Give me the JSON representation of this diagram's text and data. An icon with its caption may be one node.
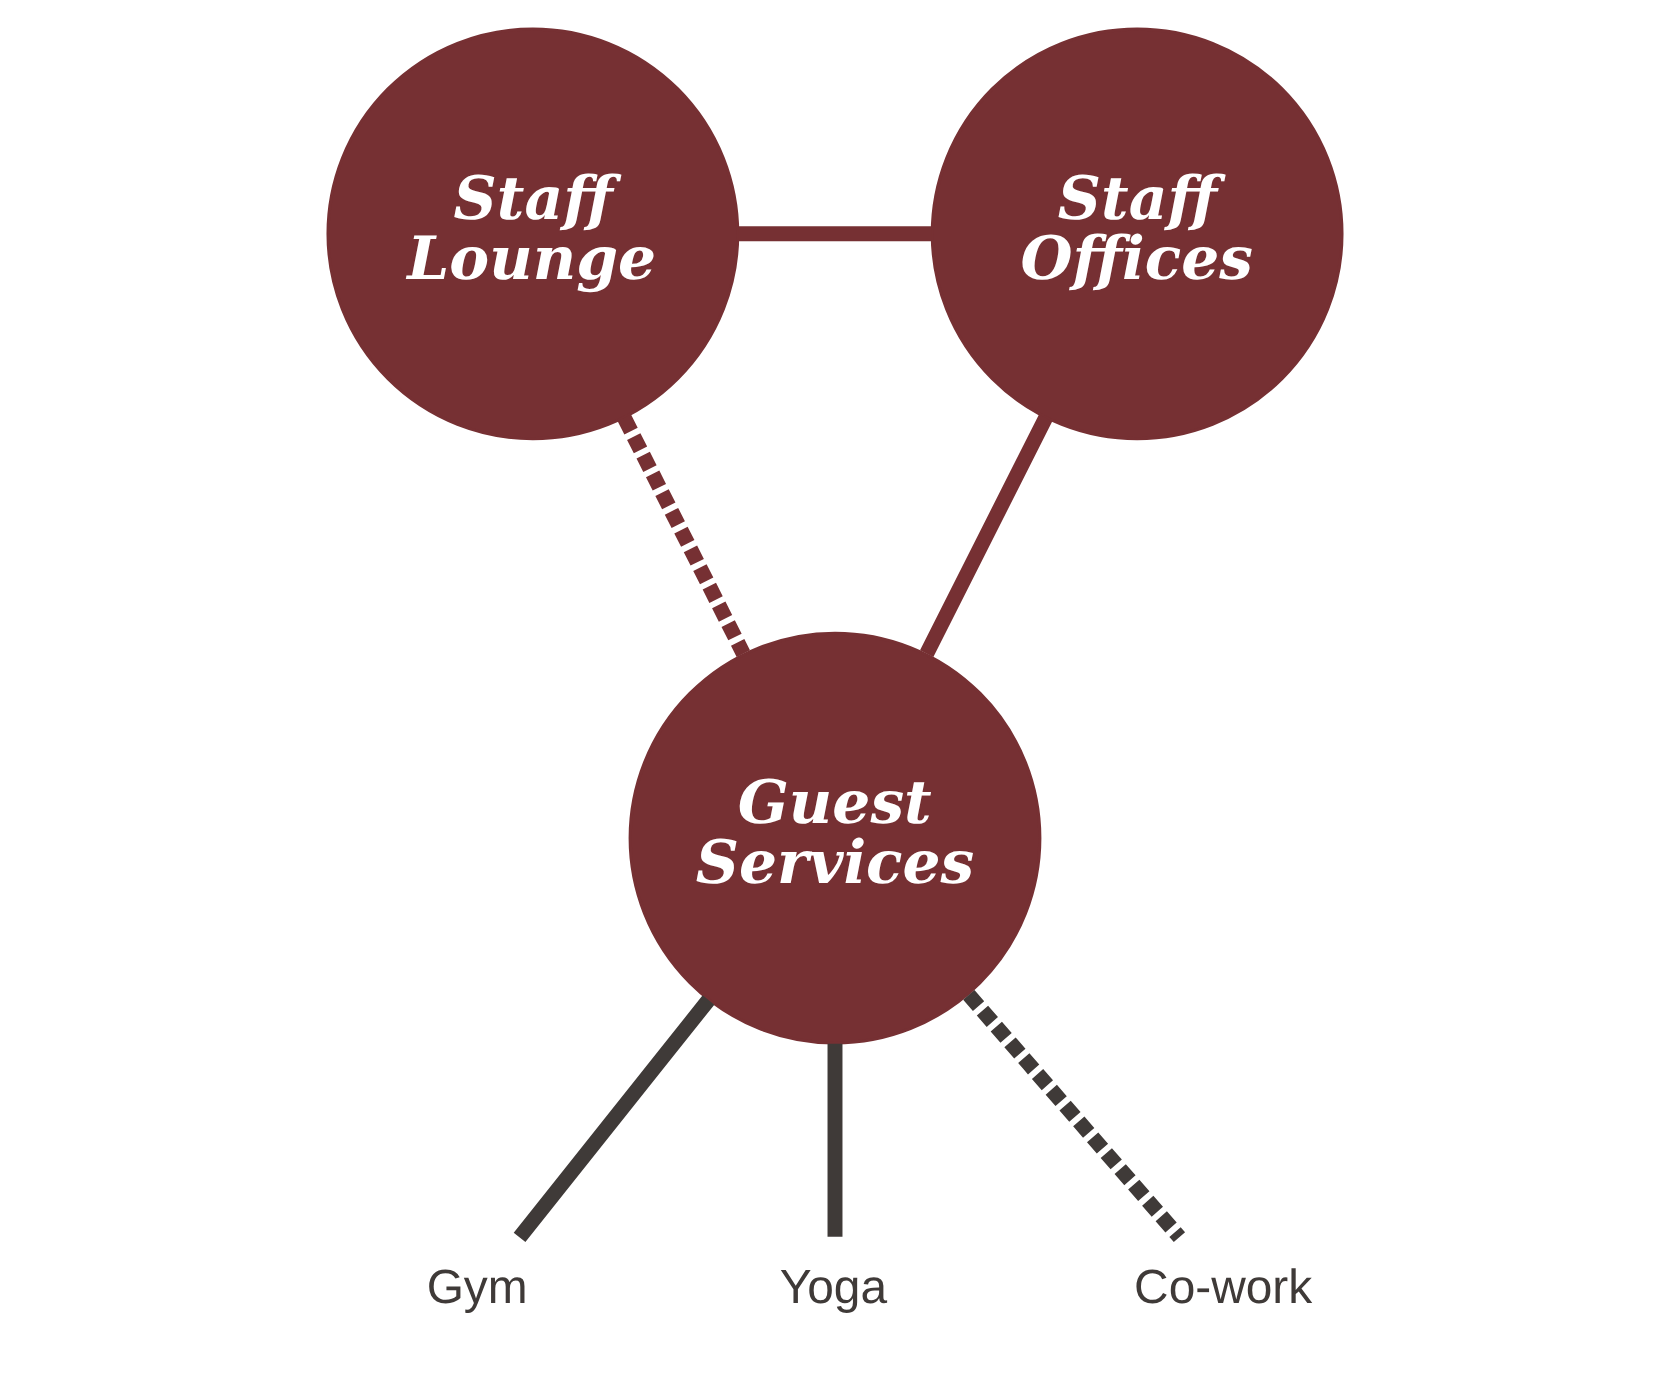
{
  "diagram": {
    "nodes": [
      {
        "text": [
          "Staff Lounge"
        ]
      },
      {
        "text": [
          "Staff Offices"
        ]
      },
      {
        "text": [
          "Guest Services"
        ]
      },
      {
        "text": [
          "Gym"
        ]
      },
      {
        "text": [
          "Yoga"
        ]
      },
      {
        "text": [
          "Co-work"
        ]
      }
    ],
    "edges": [
      {
        "from": 0,
        "to": 1,
        "arrow": "none"
      },
      {
        "from": 0,
        "to": 2,
        "arrow": "none",
        "style": "dashed"
      },
      {
        "from": 1,
        "to": 2,
        "arrow": "none"
      },
      {
        "from": 2,
        "to": 3,
        "arrow": "none",
        "color": "#3f3a38"
      },
      {
        "from": 2,
        "to": 4,
        "arrow": "none",
        "color": "#3f3a38"
      },
      {
        "from": 2,
        "to": 5,
        "arrow": "none",
        "style": "dashed",
        "color": "#3f3a38"
      }
    ]
  }
}
